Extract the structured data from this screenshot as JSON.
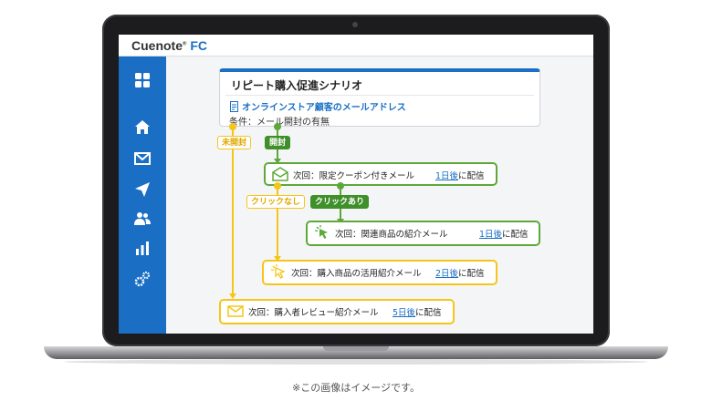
{
  "app": {
    "logo_main": "Cuenote",
    "logo_suffix": "FC"
  },
  "sidebar": {
    "icons": [
      "grid-icon",
      "home-icon",
      "mail-icon",
      "send-icon",
      "users-icon",
      "bar-chart-icon",
      "gears-icon"
    ]
  },
  "scenario": {
    "title": "リピート購入促進シナリオ",
    "target": "オンラインストア顧客のメールアドレス",
    "condition": "条件：メール開封の有無"
  },
  "branches": {
    "unopened": "未開封",
    "opened": "開封",
    "no_click": "クリックなし",
    "clicked": "クリックあり"
  },
  "steps": [
    {
      "id": "coupon",
      "text": "次回：限定クーポン付きメール",
      "days": "1日後",
      "suffix": "に配信",
      "color": "green"
    },
    {
      "id": "related",
      "text": "次回：関連商品の紹介メール",
      "days": "1日後",
      "suffix": "に配信",
      "color": "green"
    },
    {
      "id": "usage",
      "text": "次回：購入商品の活用紹介メール",
      "days": "2日後",
      "suffix": "に配信",
      "color": "yellow"
    },
    {
      "id": "review",
      "text": "次回：購入者レビュー紹介メール",
      "days": "5日後",
      "suffix": "に配信",
      "color": "yellow"
    }
  ],
  "caption": "※この画像はイメージです。",
  "colors": {
    "brand": "#1a6fc4",
    "green": "#5ea83a",
    "yellow": "#f5c518"
  }
}
